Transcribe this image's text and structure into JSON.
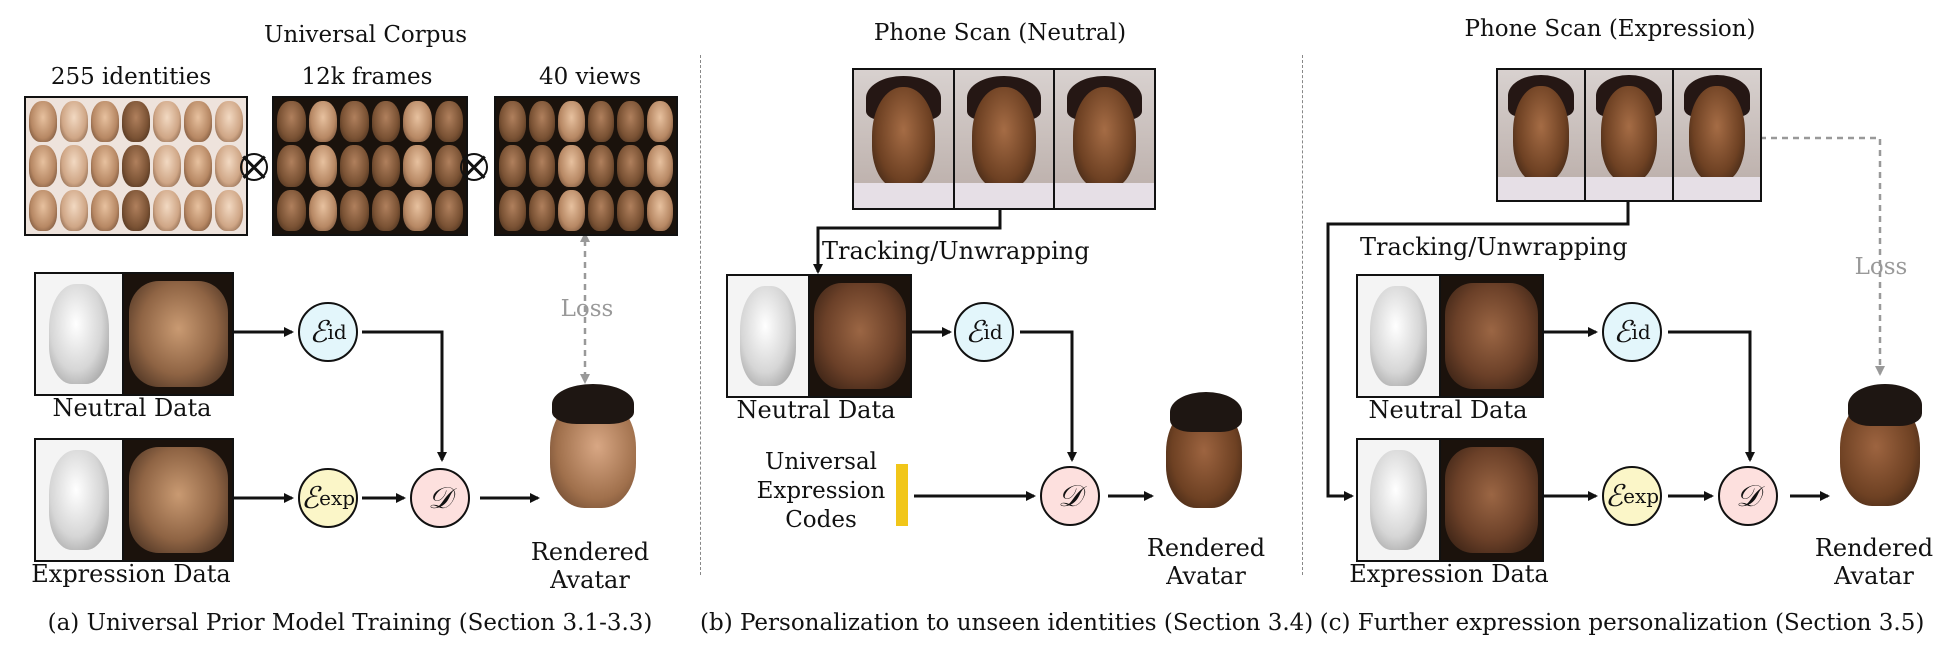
{
  "panel_a": {
    "title": "Universal Corpus",
    "identities_label": "255 identities",
    "frames_label": "12k frames",
    "views_label": "40 views",
    "loss_label": "Loss",
    "neutral_label": "Neutral Data",
    "expression_label": "Expression Data",
    "encoder_id_symbol": "ℰ",
    "encoder_id_sub": "id",
    "encoder_exp_symbol": "ℰ",
    "encoder_exp_sub": "exp",
    "decoder_symbol": "𝒟",
    "output_label_1": "Rendered",
    "output_label_2": "Avatar",
    "caption": "(a) Universal Prior Model Training (Section 3.1-3.3)"
  },
  "panel_b": {
    "title": "Phone Scan (Neutral)",
    "tracking_label": "Tracking/Unwrapping",
    "neutral_label": "Neutral Data",
    "codes_label_1": "Universal",
    "codes_label_2": "Expression",
    "codes_label_3": "Codes",
    "encoder_id_symbol": "ℰ",
    "encoder_id_sub": "id",
    "decoder_symbol": "𝒟",
    "output_label_1": "Rendered",
    "output_label_2": "Avatar",
    "caption": "(b) Personalization to unseen identities (Section 3.4)"
  },
  "panel_c": {
    "title": "Phone Scan (Expression)",
    "tracking_label": "Tracking/Unwrapping",
    "loss_label": "Loss",
    "neutral_label": "Neutral Data",
    "expression_label": "Expression Data",
    "encoder_id_symbol": "ℰ",
    "encoder_id_sub": "id",
    "encoder_exp_symbol": "ℰ",
    "encoder_exp_sub": "exp",
    "decoder_symbol": "𝒟",
    "output_label_1": "Rendered",
    "output_label_2": "Avatar",
    "caption": "(c) Further expression personalization (Section 3.5)"
  },
  "colors": {
    "encoder_id_fill": "#e3f6fb",
    "encoder_exp_fill": "#fbf6c8",
    "decoder_fill": "#fde0de",
    "code_bar": "#f1c619",
    "loss_gray": "#999999"
  }
}
